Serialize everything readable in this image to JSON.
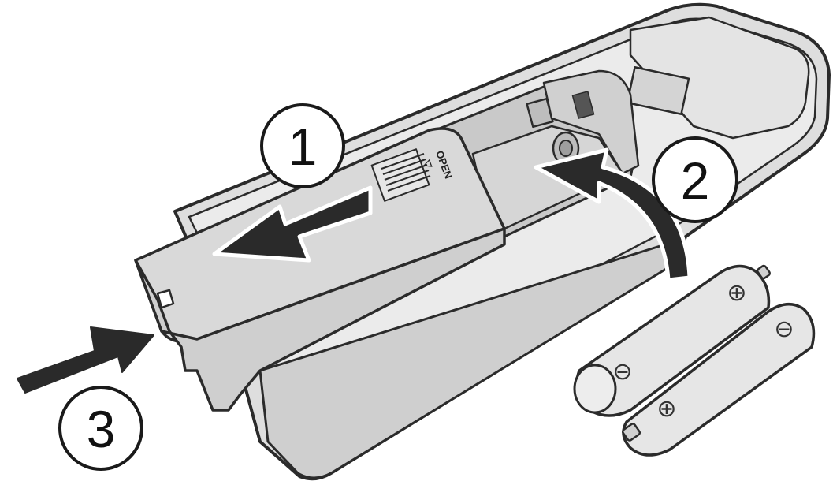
{
  "steps": [
    {
      "label": "1"
    },
    {
      "label": "2"
    },
    {
      "label": "3"
    }
  ],
  "cover": {
    "open_label": "OPEN",
    "arrow_glyph": "▽"
  },
  "batteries": [
    {
      "plus": "⊕",
      "minus": "⊖"
    },
    {
      "plus": "⊕",
      "minus": "⊖"
    }
  ],
  "colors": {
    "outline": "#2b2b2b",
    "remote_body": "#dedede",
    "remote_top": "#ebebeb",
    "cover": "#d9d9d9",
    "battery": "#e6e6e6",
    "arrow": "#2a2a2a"
  }
}
